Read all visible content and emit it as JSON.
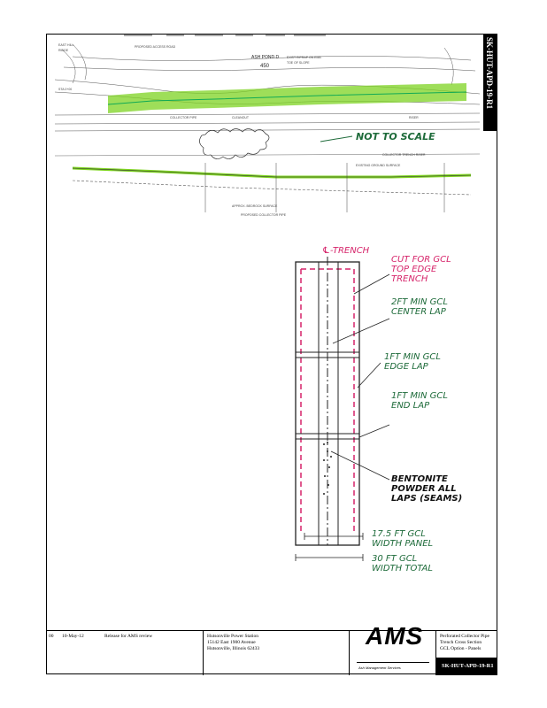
{
  "sheet_id": "SK-HUT-APD-19-R1",
  "plan": {
    "ash_pond_label": "ASH POND D",
    "station_label": "450",
    "note_label": "NOT TO SCALE",
    "profile_labels": [
      "EXISTING GROUND SURFACE",
      "COLLECTOR TRENCH RISER",
      "PROPOSED COLLECTOR PIPE",
      "APPROX. BEDROCK SURFACE"
    ]
  },
  "sketch": {
    "centerline": "℄-TRENCH",
    "notes": [
      {
        "lines": [
          "CUT FOR GCL",
          "TOP EDGE",
          "TRENCH"
        ],
        "color": "#d6246a"
      },
      {
        "lines": [
          "2FT MIN GCL",
          "CENTER LAP"
        ],
        "color": "#1e6b3a"
      },
      {
        "lines": [
          "1FT MIN GCL",
          "EDGE LAP"
        ],
        "color": "#1e6b3a"
      },
      {
        "lines": [
          "1FT MIN GCL",
          "END LAP"
        ],
        "color": "#1e6b3a"
      },
      {
        "lines": [
          "BENTONITE",
          "POWDER ALL",
          "LAPS (SEAMS)"
        ],
        "color": "#111111"
      },
      {
        "lines": [
          "17.5 FT GCL",
          "WIDTH PANEL"
        ],
        "color": "#1e6b3a"
      },
      {
        "lines": [
          "30 FT GCL",
          "WIDTH TOTAL"
        ],
        "color": "#1e6b3a"
      }
    ]
  },
  "title_block": {
    "rev_no": "00",
    "rev_date": "10-May-12",
    "rev_desc": "Release for AMS review",
    "site_lines": [
      "Hutsonville Power Station",
      "15142 East 1900 Avenue",
      "Hutsonville, Illinois 62433"
    ],
    "logo_text": "AMS",
    "logo_sub": "Ash Management Services",
    "title_lines": [
      "Perforated Collector Pipe",
      "Trench Cross Section",
      "GCL Option - Panels"
    ]
  },
  "colors": {
    "highlight": "#7ed321",
    "magenta": "#d6246a",
    "ink_green": "#1e6b3a"
  }
}
